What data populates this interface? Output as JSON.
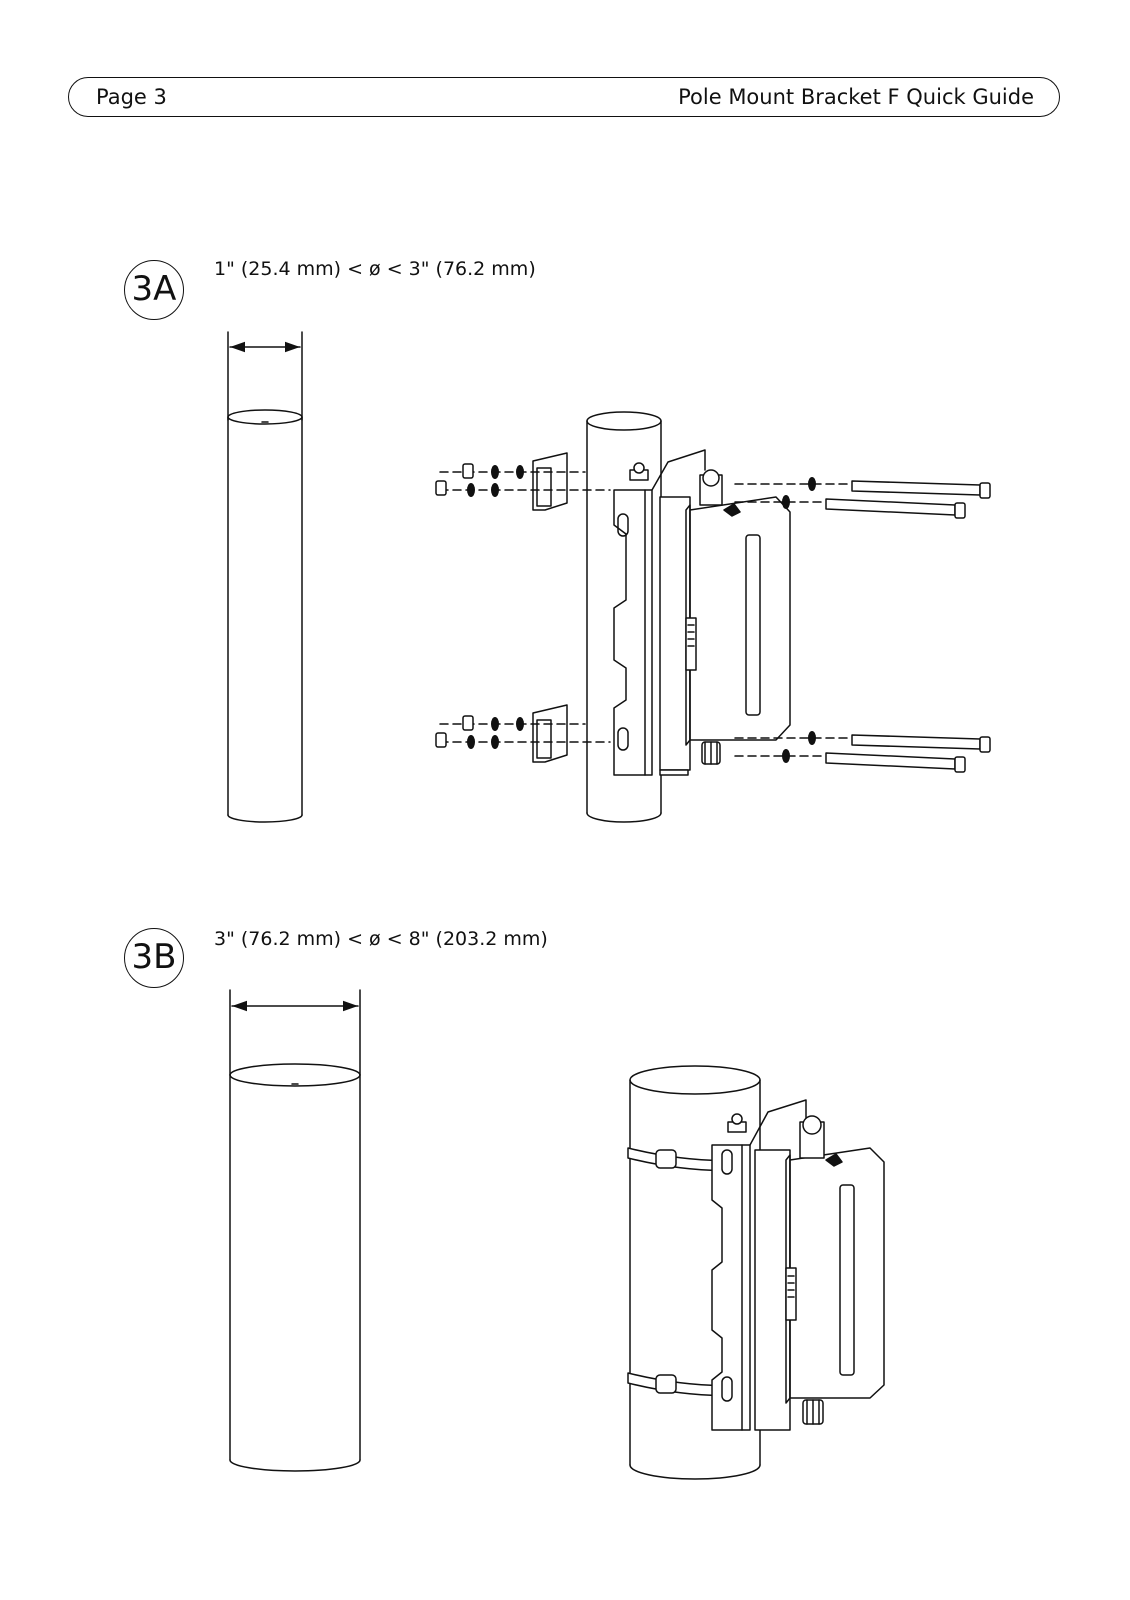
{
  "header": {
    "page_label": "Page 3",
    "title": "Pole Mount Bracket F Quick Guide"
  },
  "steps": [
    {
      "badge": "3A",
      "range_text": "1\" (25.4 mm) < ø < 3\" (76.2 mm)"
    },
    {
      "badge": "3B",
      "range_text": "3\" (76.2 mm) < ø < 8\" (203.2 mm)"
    }
  ]
}
